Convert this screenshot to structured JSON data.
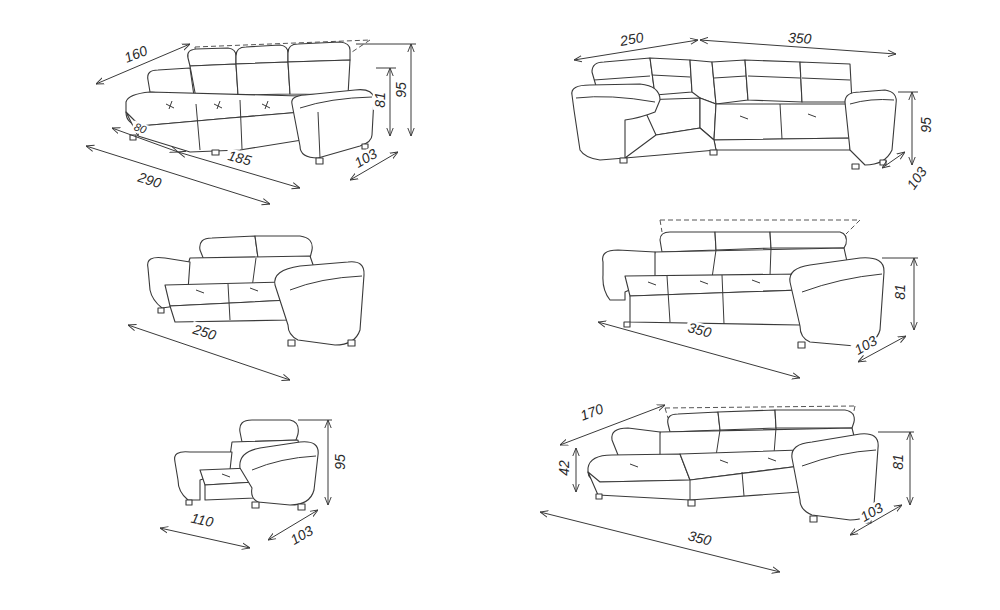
{
  "diagram": {
    "labels": [
      "160",
      "80",
      "290",
      "185",
      "81",
      "95",
      "103",
      "250",
      "350",
      "95",
      "103",
      "250",
      "350",
      "81",
      "103",
      "95",
      "110",
      "103",
      "170",
      "42",
      "350",
      "81",
      "103"
    ]
  }
}
